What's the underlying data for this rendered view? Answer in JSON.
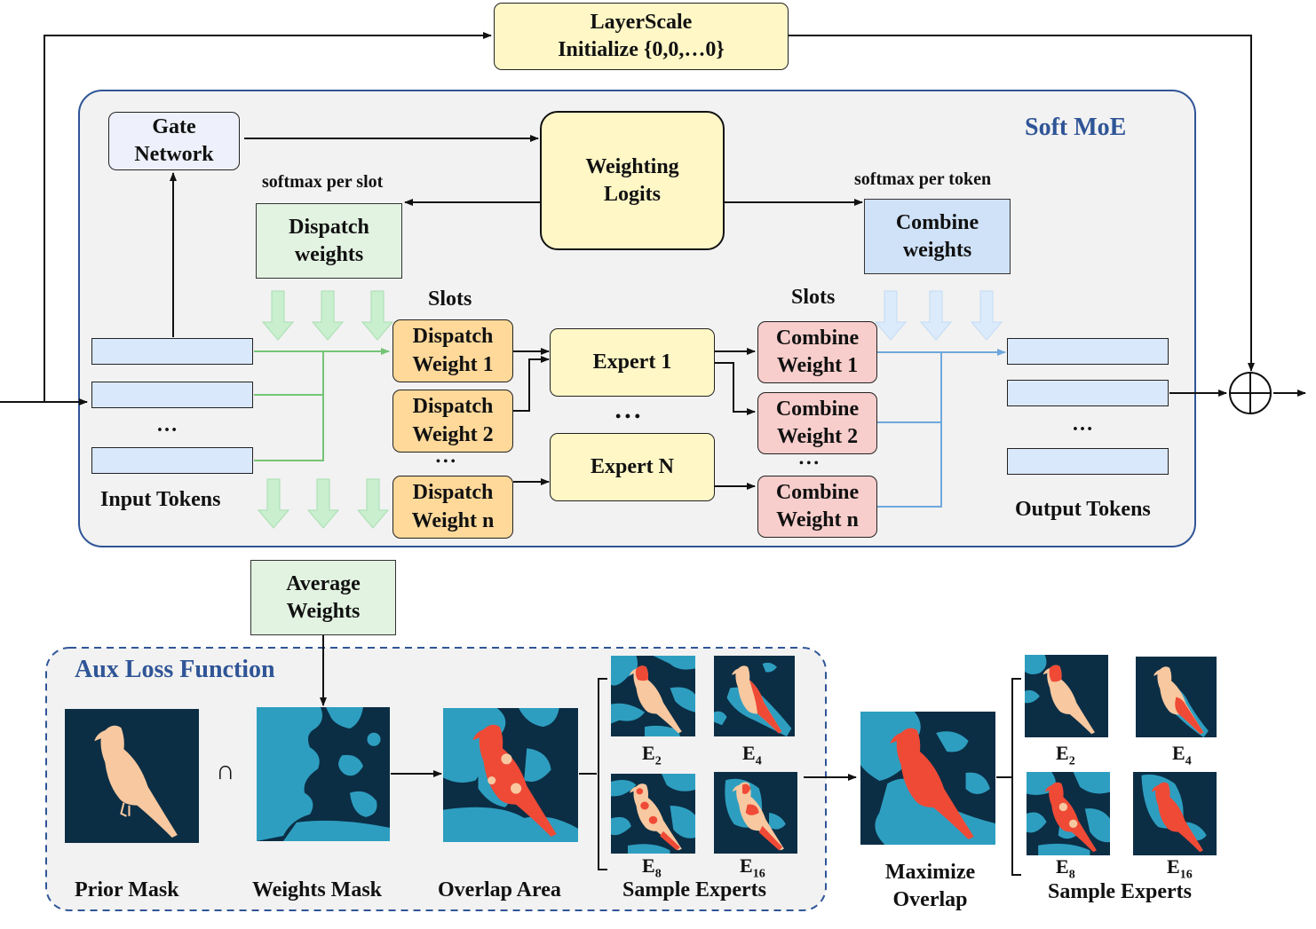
{
  "layerscale": {
    "line1": "LayerScale",
    "line2": "Initialize {0,0,…0}"
  },
  "soft_moe": {
    "title": "Soft MoE",
    "gate": {
      "line1": "Gate",
      "line2": "Network"
    },
    "logits": {
      "line1": "Weighting",
      "line2": "Logits"
    },
    "softmax_slot": "softmax  per slot",
    "softmax_token": "softmax  per token",
    "dispatch_weights": {
      "line1": "Dispatch",
      "line2": "weights"
    },
    "combine_weights": {
      "line1": "Combine",
      "line2": "weights"
    },
    "slots_left": "Slots",
    "slots_right": "Slots",
    "dispatch": [
      {
        "line1": "Dispatch",
        "line2": "Weight 1"
      },
      {
        "line1": "Dispatch",
        "line2": "Weight 2"
      },
      {
        "line1": "Dispatch",
        "line2": "Weight n"
      }
    ],
    "experts": [
      {
        "label": "Expert 1"
      },
      {
        "label": "Expert N"
      }
    ],
    "combine": [
      {
        "line1": "Combine",
        "line2": "Weight 1"
      },
      {
        "line1": "Combine",
        "line2": "Weight 2"
      },
      {
        "line1": "Combine",
        "line2": "Weight n"
      }
    ],
    "input_tokens": "Input Tokens",
    "output_tokens": "Output Tokens",
    "ellipsis": "…",
    "ellipsis_dots": "• • •"
  },
  "average_weights": {
    "line1": "Average",
    "line2": "Weights"
  },
  "aux": {
    "title": "Aux Loss Function",
    "prior_mask": "Prior Mask",
    "weights_mask": "Weights Mask",
    "overlap_area": "Overlap Area",
    "sample_experts": "Sample Experts",
    "intersect_symbol": "∩",
    "experts": [
      {
        "base": "E",
        "sub": "2"
      },
      {
        "base": "E",
        "sub": "4"
      },
      {
        "base": "E",
        "sub": "8"
      },
      {
        "base": "E",
        "sub": "16"
      }
    ]
  },
  "right": {
    "maximize": {
      "line1": "Maximize",
      "line2": "Overlap"
    },
    "sample_experts": "Sample Experts",
    "experts": [
      {
        "base": "E",
        "sub": "2"
      },
      {
        "base": "E",
        "sub": "4"
      },
      {
        "base": "E",
        "sub": "8"
      },
      {
        "base": "E",
        "sub": "16"
      }
    ]
  },
  "colors": {
    "navy_bg": "#0b2e45",
    "blob_blue": "#2e9ec0",
    "bird_peach": "#f8c8a0",
    "bird_red": "#ef4a36",
    "dispatch_fill": "#ffd99a",
    "combine_fill": "#f8cecc",
    "expert_fill": "#fff7c6",
    "moe_border": "#2f5597"
  }
}
